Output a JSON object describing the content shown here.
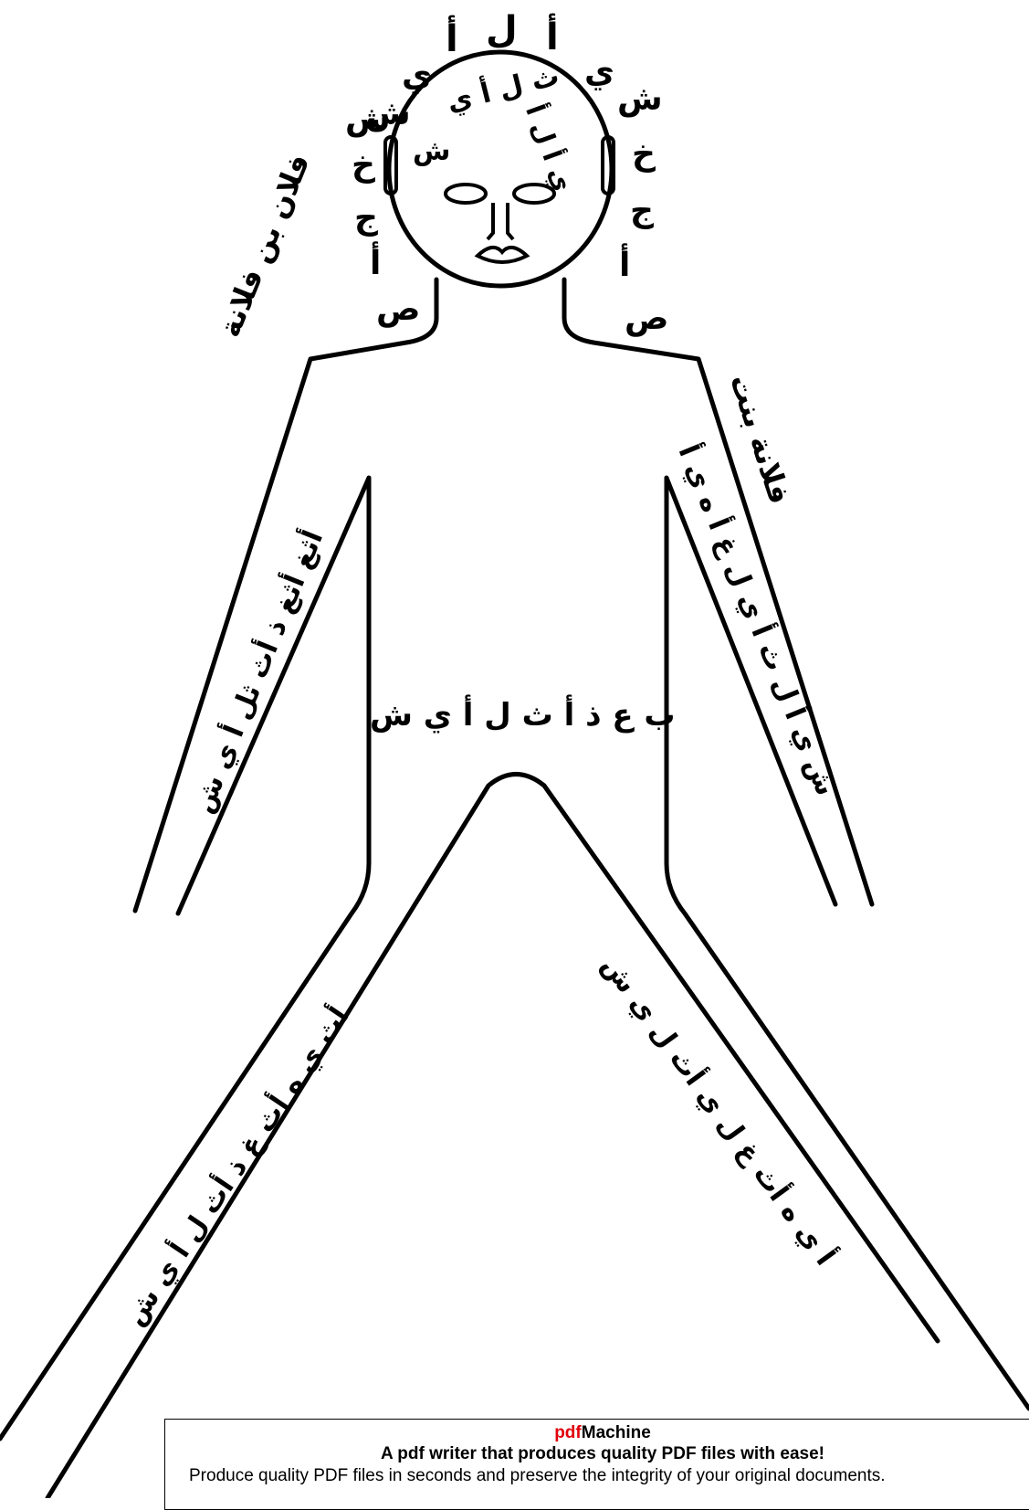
{
  "head": {
    "outer_top": [
      "ي",
      "أ",
      "ل",
      "أ",
      "ي",
      "ش"
    ],
    "outer_left": [
      "ش",
      "خ",
      "ج",
      "أ",
      "ص"
    ],
    "outer_right": [
      "ش",
      "خ",
      "ج",
      "أ",
      "ص"
    ],
    "inner_arc": "ث ل أ ي",
    "inner_left": "ش",
    "inner_right": "ي أ ل أ"
  },
  "shoulders": {
    "left_name": "فلان بن فلانة",
    "right_name": "فلانة بنت"
  },
  "arms": {
    "left": "أثغ أثغ ذ أث ثل أ ي ش",
    "right": "ش ي أ ل ث أ ي ل غ أ ه ي أ"
  },
  "body": {
    "center": "ب ع ذ أ ث ل أ ي ش"
  },
  "legs": {
    "left": "أث ي ه أث غ ذ أث ل أ ي ش",
    "right": "أ ي ه أث غ ل ي أث ل ي ش"
  },
  "banner": {
    "brand_red": "pdf",
    "brand_black": "Machine",
    "tagline": "A pdf writer that produces quality PDF files with ease!",
    "footer": "Produce quality PDF files in seconds and preserve the integrity of your original documents."
  },
  "colors": {
    "brand_red": "#e2000a",
    "ink": "#000000",
    "paper": "#ffffff"
  }
}
